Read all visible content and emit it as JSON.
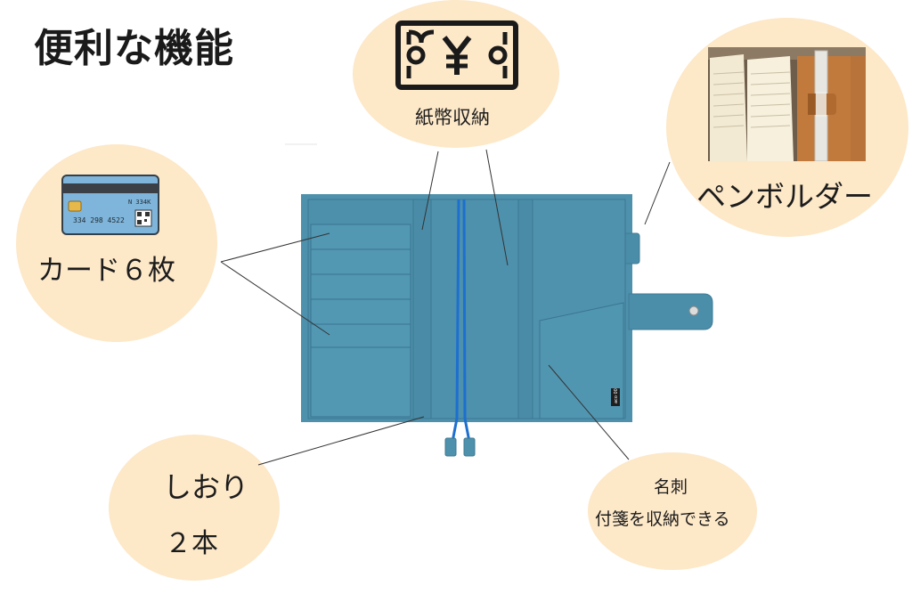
{
  "title": "便利な機能",
  "features": {
    "bills": {
      "label": "紙幣収納",
      "icon": "yen-banknote-icon"
    },
    "cards": {
      "label": "カード６枚",
      "icon": "credit-card-icon",
      "card_number": "334 298 4522",
      "card_code": "N 334K"
    },
    "pen": {
      "label": "ペンボルダー",
      "icon": "pen-holder-photo"
    },
    "bookmark": {
      "line1": "しおり",
      "line2": "２本"
    },
    "namecard": {
      "line1": "名刺",
      "line2": "付箋を収納できる"
    }
  },
  "product": {
    "tag_text": "aco 00"
  },
  "colors": {
    "bubble": "#fde8c8",
    "leather": "#4e91ac",
    "leather_dark": "#3e7b95",
    "ribbon": "#1d6fd0"
  }
}
